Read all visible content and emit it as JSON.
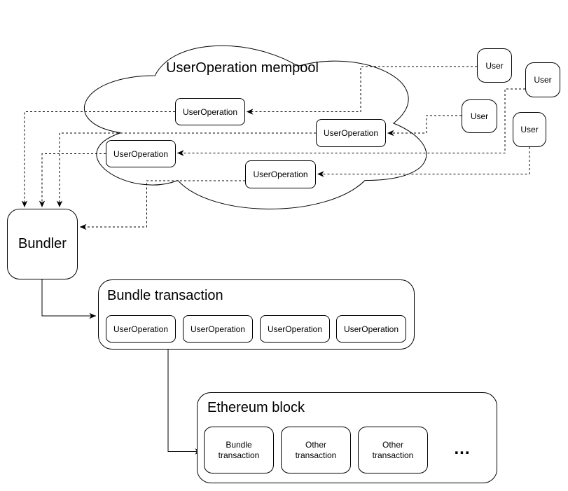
{
  "colors": {
    "stroke": "#000000",
    "fill": "#ffffff",
    "text": "#000000"
  },
  "mempool": {
    "title": "UserOperation mempool",
    "operations": [
      "UserOperation",
      "UserOperation",
      "UserOperation",
      "UserOperation"
    ]
  },
  "users": [
    "User",
    "User",
    "User",
    "User"
  ],
  "bundler": {
    "label": "Bundler"
  },
  "bundle_transaction": {
    "title": "Bundle transaction",
    "operations": [
      "UserOperation",
      "UserOperation",
      "UserOperation",
      "UserOperation"
    ]
  },
  "ethereum_block": {
    "title": "Ethereum block",
    "transactions": [
      "Bundle transaction",
      "Other transaction",
      "Other transaction"
    ],
    "ellipsis": "..."
  }
}
